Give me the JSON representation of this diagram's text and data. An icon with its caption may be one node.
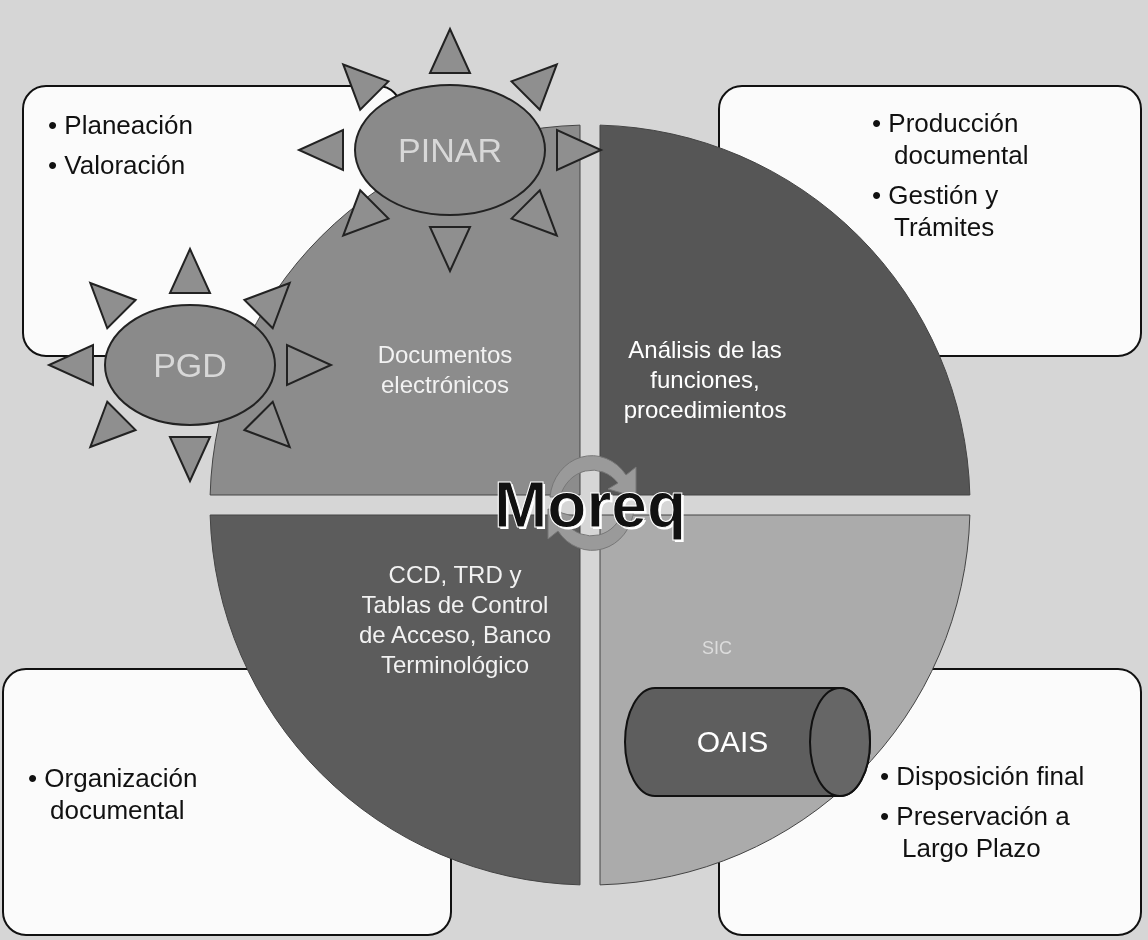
{
  "diagram": {
    "nodes": [
      {
        "text": [
          "• Planeación",
          "• Valoración"
        ]
      },
      {
        "text": [
          "• Producción documental",
          "• Gestión y Trámites"
        ]
      },
      {
        "text": [
          "• Organización documental"
        ]
      },
      {
        "text": [
          "• Disposición final",
          "• Preservación a Largo Plazo"
        ]
      },
      {
        "text": [
          "Documentos electrónicos"
        ]
      },
      {
        "text": [
          "Análisis de las funciones, procedimientos"
        ]
      },
      {
        "text": [
          "CCD, TRD y Tablas de Control de Acceso, Banco Terminológico"
        ]
      },
      {
        "text": [
          "SIC"
        ]
      },
      {
        "text": [
          "OAIS"
        ],
        "in": 7
      },
      {
        "text": [
          "PINAR"
        ]
      },
      {
        "text": [
          "PGD"
        ]
      }
    ],
    "edges": [],
    "labels": [
      "Moreq"
    ]
  }
}
